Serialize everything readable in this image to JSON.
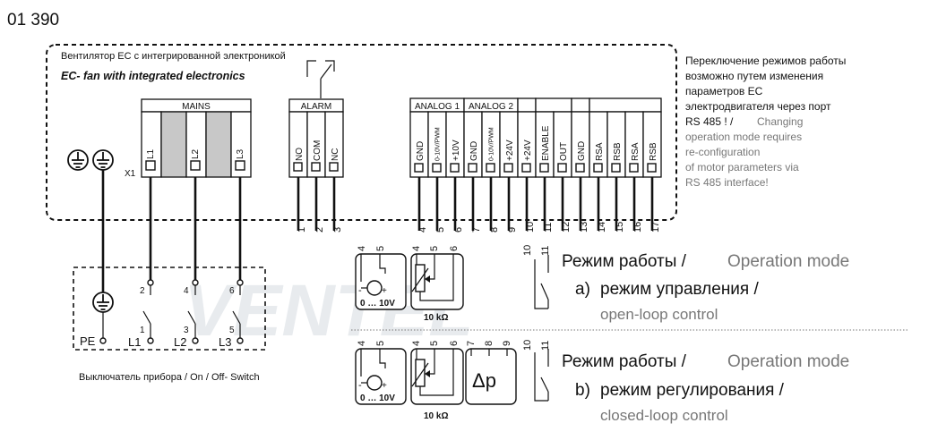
{
  "model_number": "01 390",
  "device": {
    "title_ru": "Вентилятор ЕС с интегрированной электроникой",
    "title_en": "EC- fan with integrated electronics"
  },
  "mains": {
    "label": "MAINS",
    "prefix": "X1",
    "terminals": [
      "L1",
      "L2",
      "L3"
    ]
  },
  "alarm": {
    "label": "ALARM",
    "terminals": [
      "NO",
      "COM",
      "NC"
    ],
    "numbers": [
      "1",
      "2",
      "3"
    ]
  },
  "control": {
    "groups": [
      "ANALOG 1",
      "ANALOG 2"
    ],
    "terminals": [
      "GND",
      "0-10V/PWM",
      "+10V",
      "GND",
      "0-10V/PWM",
      "+24V",
      "+24V",
      "ENABLE",
      "OUT",
      "GND",
      "RSA",
      "RSB",
      "RSA",
      "RSB"
    ],
    "numbers": [
      "4",
      "5",
      "6",
      "7",
      "8",
      "9",
      "10",
      "11",
      "12",
      "13",
      "14",
      "15",
      "16",
      "17"
    ]
  },
  "note": {
    "ru_lines": [
      "Переключение режимов работы",
      "возможно путем изменения",
      "параметров ЕС",
      "электродвигателя через порт",
      "RS  485 ! /"
    ],
    "en_first": "Changing",
    "en_lines": [
      "operation mode requires",
      "re-configuration",
      "of motor parameters via",
      "RS 485 interface!"
    ]
  },
  "switch": {
    "caption": "Выключатель прибора / On / Off- Switch",
    "pe_label": "PE",
    "top_numbers": [
      "2",
      "4",
      "6"
    ],
    "bottom_numbers": [
      "1",
      "3",
      "5"
    ],
    "lines": [
      "L1",
      "L2",
      "L3"
    ]
  },
  "mode_a": {
    "title_ru": "Режим работы /",
    "title_en": "Operation mode",
    "letter": "a)",
    "sub_ru": "режим управления /",
    "sub_en": "open-loop control",
    "numbers": [
      "4",
      "5",
      "4",
      "5",
      "6",
      "10",
      "11"
    ],
    "source_label": "0 … 10V",
    "pot_label": "10 kΩ"
  },
  "mode_b": {
    "title_ru": "Режим работы /",
    "title_en": "Operation mode",
    "letter": "b)",
    "sub_ru": "режим регулирования /",
    "sub_en": "closed-loop control",
    "numbers": [
      "4",
      "5",
      "4",
      "5",
      "6",
      "7",
      "8",
      "9",
      "10",
      "11"
    ],
    "source_label": "0 … 10V",
    "pot_label": "10 kΩ",
    "sensor_label": "Δp"
  },
  "watermark": "VENTEL"
}
